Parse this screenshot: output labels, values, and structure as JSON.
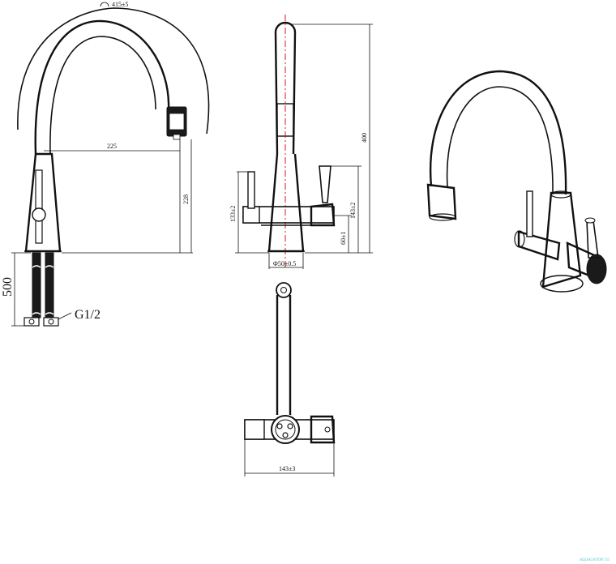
{
  "dimensions": {
    "arc_width": "415±5",
    "spout_reach": "225",
    "spout_height": "228",
    "hose_length": "500",
    "thread": "G1/2",
    "total_height": "400",
    "handle_height_left": "133±2",
    "handle_height_right": "143±2",
    "base_to_handle": "60±1",
    "base_diameter": "Φ50±0.5",
    "top_view_width": "143±3"
  },
  "watermark": "aquacenter.ru",
  "colors": {
    "line": "#111111",
    "centerline": "#d40000",
    "watermark": "#7fd3e0"
  }
}
